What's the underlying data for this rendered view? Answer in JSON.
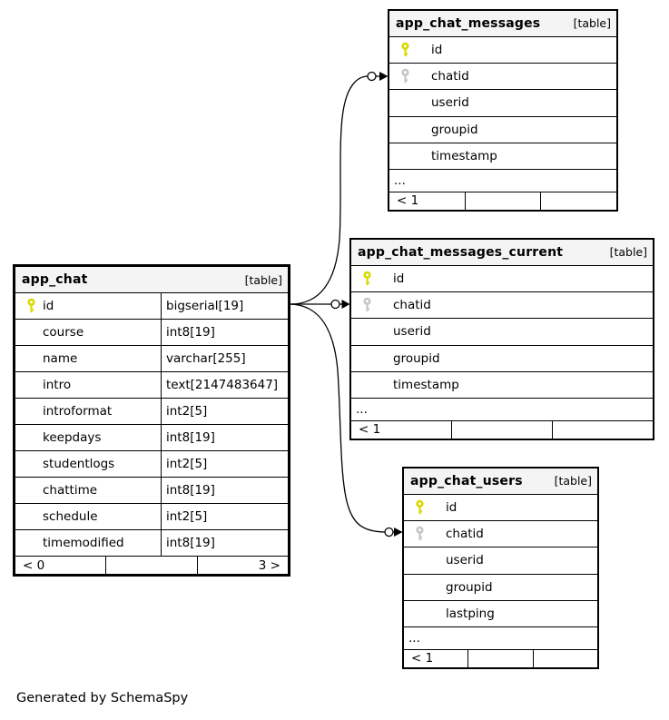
{
  "page": {
    "footer_note": "Generated by SchemaSpy"
  },
  "colors": {
    "primary_key": "#d9d900",
    "foreign_key": "#c6c6c6",
    "header_bg": "#f4f4f4",
    "line": "#000000"
  },
  "tables": [
    {
      "name": "app_chat",
      "tag": "[table]",
      "main": true,
      "columns": [
        {
          "name": "id",
          "type": "bigserial[19]",
          "key": "primary"
        },
        {
          "name": "course",
          "type": "int8[19]",
          "key": ""
        },
        {
          "name": "name",
          "type": "varchar[255]",
          "key": ""
        },
        {
          "name": "intro",
          "type": "text[2147483647]",
          "key": ""
        },
        {
          "name": "introformat",
          "type": "int2[5]",
          "key": ""
        },
        {
          "name": "keepdays",
          "type": "int8[19]",
          "key": ""
        },
        {
          "name": "studentlogs",
          "type": "int2[5]",
          "key": ""
        },
        {
          "name": "chattime",
          "type": "int8[19]",
          "key": ""
        },
        {
          "name": "schedule",
          "type": "int2[5]",
          "key": ""
        },
        {
          "name": "timemodified",
          "type": "int8[19]",
          "key": ""
        }
      ],
      "ellipsis": "",
      "footer": {
        "left": "< 0",
        "middle": "",
        "right": "3 >"
      }
    },
    {
      "name": "app_chat_messages",
      "tag": "[table]",
      "main": false,
      "columns": [
        {
          "name": "id",
          "type": "",
          "key": "primary"
        },
        {
          "name": "chatid",
          "type": "",
          "key": "foreign"
        },
        {
          "name": "userid",
          "type": "",
          "key": ""
        },
        {
          "name": "groupid",
          "type": "",
          "key": ""
        },
        {
          "name": "timestamp",
          "type": "",
          "key": ""
        }
      ],
      "ellipsis": "...",
      "footer": {
        "left": "< 1",
        "middle": "",
        "right": ""
      }
    },
    {
      "name": "app_chat_messages_current",
      "tag": "[table]",
      "main": false,
      "columns": [
        {
          "name": "id",
          "type": "",
          "key": "primary"
        },
        {
          "name": "chatid",
          "type": "",
          "key": "foreign"
        },
        {
          "name": "userid",
          "type": "",
          "key": ""
        },
        {
          "name": "groupid",
          "type": "",
          "key": ""
        },
        {
          "name": "timestamp",
          "type": "",
          "key": ""
        }
      ],
      "ellipsis": "...",
      "footer": {
        "left": "< 1",
        "middle": "",
        "right": ""
      }
    },
    {
      "name": "app_chat_users",
      "tag": "[table]",
      "main": false,
      "columns": [
        {
          "name": "id",
          "type": "",
          "key": "primary"
        },
        {
          "name": "chatid",
          "type": "",
          "key": "foreign"
        },
        {
          "name": "userid",
          "type": "",
          "key": ""
        },
        {
          "name": "groupid",
          "type": "",
          "key": ""
        },
        {
          "name": "lastping",
          "type": "",
          "key": ""
        }
      ],
      "ellipsis": "...",
      "footer": {
        "left": "< 1",
        "middle": "",
        "right": ""
      }
    }
  ],
  "relationships": [
    {
      "from": "app_chat.id",
      "to": "app_chat_messages.chatid"
    },
    {
      "from": "app_chat.id",
      "to": "app_chat_messages_current.chatid"
    },
    {
      "from": "app_chat.id",
      "to": "app_chat_users.chatid"
    }
  ]
}
